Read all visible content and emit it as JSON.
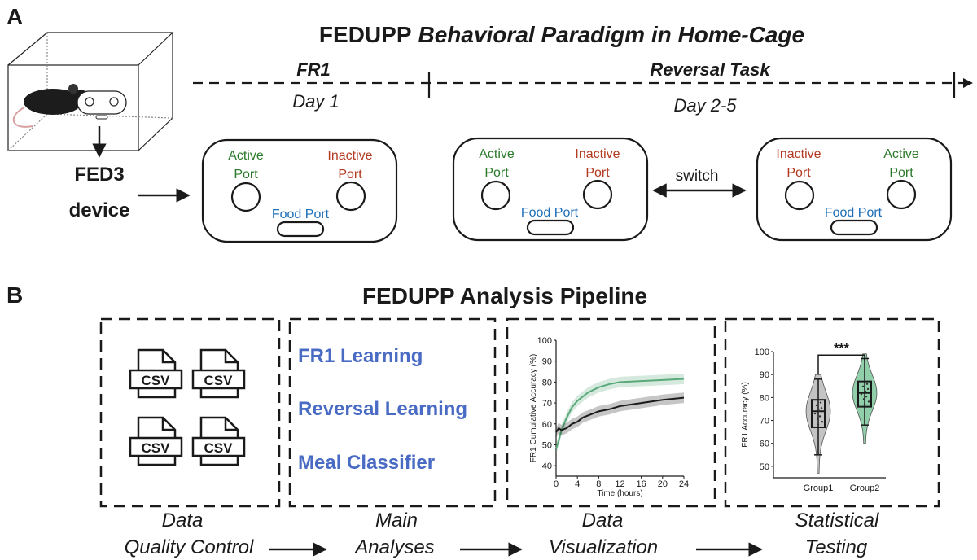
{
  "panel_a": {
    "label": "A",
    "title_bold": "FEDUPP",
    "title_italic": "Behavioral Paradigm in Home-Cage",
    "device_line1": "FED3",
    "device_line2": "device",
    "fr1_phase": "FR1",
    "fr1_day": "Day 1",
    "reversal_phase": "Reversal Task",
    "reversal_days": "Day 2-5",
    "switch_label": "switch",
    "active_label": "Active",
    "inactive_label": "Inactive",
    "port_label": "Port",
    "food_port_label": "Food Port"
  },
  "panel_b": {
    "label": "B",
    "title": "FEDUPP Analysis Pipeline",
    "csv_label": "CSV",
    "analyses": [
      "FR1 Learning",
      "Reversal Learning",
      "Meal Classifier"
    ],
    "steps": [
      {
        "line1": "Data",
        "line2": "Quality Control"
      },
      {
        "line1": "Main",
        "line2": "Analyses"
      },
      {
        "line1": "Data",
        "line2": "Visualization"
      },
      {
        "line1": "Statistical",
        "line2": "Testing"
      }
    ]
  },
  "chart_data": [
    {
      "type": "line",
      "xlabel": "Time (hours)",
      "ylabel": "FR1 Cumulative Accuracy (%)",
      "xlim": [
        0,
        24
      ],
      "ylim": [
        35,
        100
      ],
      "xticks": [
        0,
        4,
        8,
        12,
        16,
        20,
        24
      ],
      "yticks": [
        40,
        50,
        60,
        70,
        80,
        90,
        100
      ],
      "colors": {
        "green_series": "#5aa97a",
        "black_series": "#1a1a1a"
      },
      "series": [
        {
          "color": "green",
          "x": [
            0,
            0.5,
            1,
            2,
            3,
            4,
            5,
            6,
            8,
            10,
            12,
            16,
            20,
            24
          ],
          "y": [
            48,
            52,
            57,
            63,
            68,
            71,
            73,
            75,
            77.5,
            79,
            80,
            80.5,
            81,
            81.5
          ]
        },
        {
          "color": "black",
          "x": [
            0,
            0.5,
            1,
            2,
            3,
            4,
            5,
            6,
            8,
            10,
            12,
            16,
            20,
            24
          ],
          "y": [
            56,
            58,
            57,
            58,
            60,
            61,
            63,
            64,
            66,
            67,
            68.5,
            70,
            71.5,
            72.5
          ]
        }
      ]
    },
    {
      "type": "violin",
      "ylabel": "FR1 Accuracy (%)",
      "ylim": [
        45,
        100
      ],
      "yticks": [
        50,
        60,
        70,
        80,
        90,
        100
      ],
      "categories": [
        "Group1",
        "Group2"
      ],
      "significance": "***",
      "colors": {
        "Group1": "#b0b0b0",
        "Group2": "#6cbf8e"
      },
      "boxes": [
        {
          "name": "Group1",
          "min": 55,
          "q1": 67,
          "median": 74,
          "q3": 79,
          "max": 88
        },
        {
          "name": "Group2",
          "min": 68,
          "q1": 76,
          "median": 82,
          "q3": 87,
          "max": 97
        }
      ]
    }
  ]
}
